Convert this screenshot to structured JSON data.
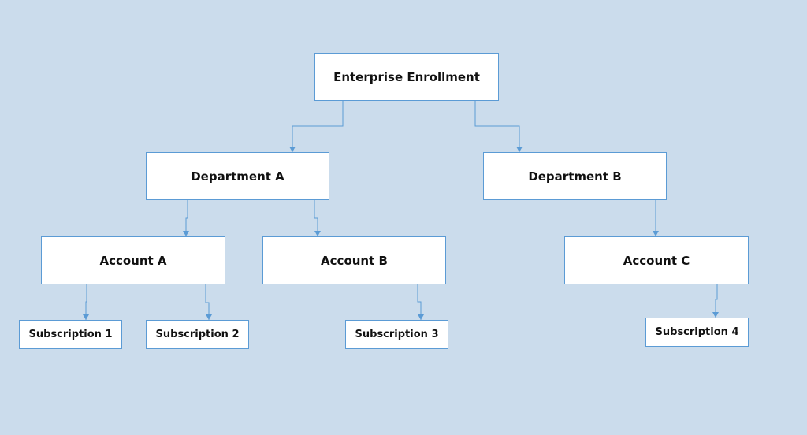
{
  "diagram": {
    "root": "Enterprise Enrollment",
    "departments": [
      "Department A",
      "Department B"
    ],
    "accounts": [
      "Account A",
      "Account B",
      "Account C"
    ],
    "subscriptions": [
      "Subscription 1",
      "Subscription 2",
      "Subscription 3",
      "Subscription 4"
    ],
    "edges": [
      [
        "Enterprise Enrollment",
        "Department A"
      ],
      [
        "Enterprise Enrollment",
        "Department B"
      ],
      [
        "Department A",
        "Account A"
      ],
      [
        "Department A",
        "Account B"
      ],
      [
        "Department B",
        "Account C"
      ],
      [
        "Account A",
        "Subscription 1"
      ],
      [
        "Account A",
        "Subscription 2"
      ],
      [
        "Account B",
        "Subscription 3"
      ],
      [
        "Account C",
        "Subscription 4"
      ]
    ],
    "colors": {
      "background": "#cbdcec",
      "border": "#5b9bd5",
      "connector": "#5b9bd5"
    }
  }
}
